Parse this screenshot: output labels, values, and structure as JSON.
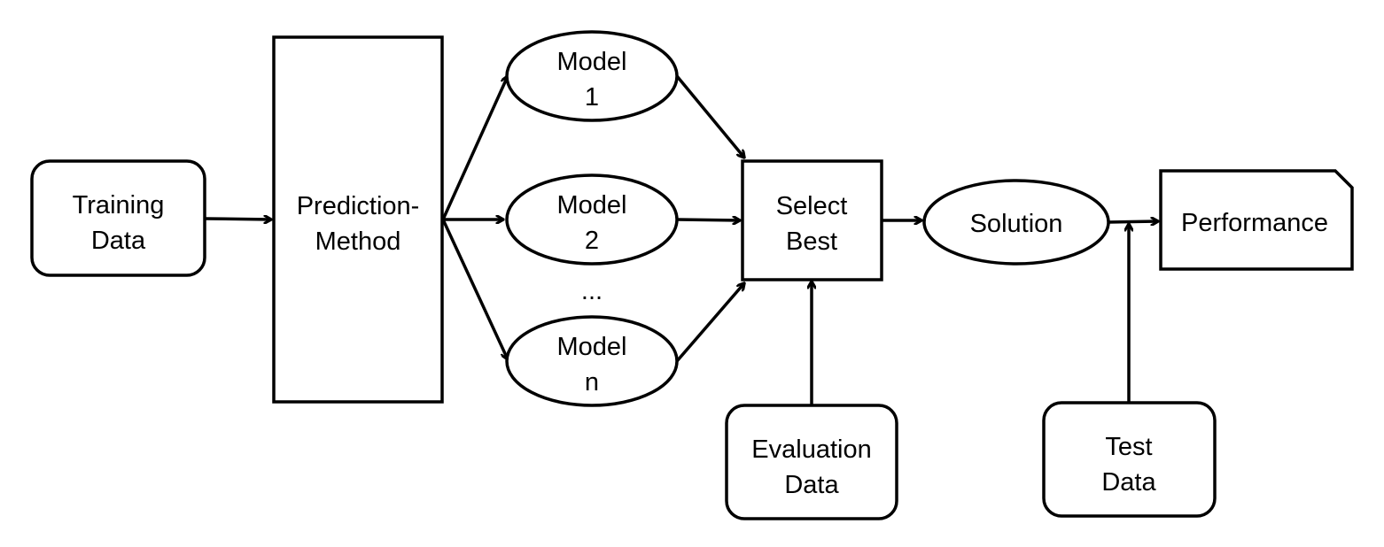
{
  "nodes": {
    "training_data": {
      "lines": [
        "Training",
        "Data"
      ]
    },
    "prediction_method": {
      "lines": [
        "Prediction-",
        "Method"
      ]
    },
    "model_1": {
      "lines": [
        "Model",
        "1"
      ]
    },
    "model_2": {
      "lines": [
        "Model",
        "2"
      ]
    },
    "ellipsis": {
      "lines": [
        "..."
      ]
    },
    "model_n": {
      "lines": [
        "Model",
        "n"
      ]
    },
    "select_best": {
      "lines": [
        "Select",
        "Best"
      ]
    },
    "solution": {
      "lines": [
        "Solution"
      ]
    },
    "performance": {
      "lines": [
        "Performance"
      ]
    },
    "evaluation_data": {
      "lines": [
        "Evaluation",
        "Data"
      ]
    },
    "test_data": {
      "lines": [
        "Test",
        "Data"
      ]
    }
  },
  "edges": [
    {
      "from": "training_data",
      "to": "prediction_method"
    },
    {
      "from": "prediction_method",
      "to": "model_1"
    },
    {
      "from": "prediction_method",
      "to": "model_2"
    },
    {
      "from": "prediction_method",
      "to": "model_n"
    },
    {
      "from": "model_1",
      "to": "select_best"
    },
    {
      "from": "model_2",
      "to": "select_best"
    },
    {
      "from": "model_n",
      "to": "select_best"
    },
    {
      "from": "evaluation_data",
      "to": "select_best"
    },
    {
      "from": "select_best",
      "to": "solution"
    },
    {
      "from": "solution",
      "to": "performance"
    },
    {
      "from": "test_data",
      "to": "solution_performance_link"
    }
  ]
}
